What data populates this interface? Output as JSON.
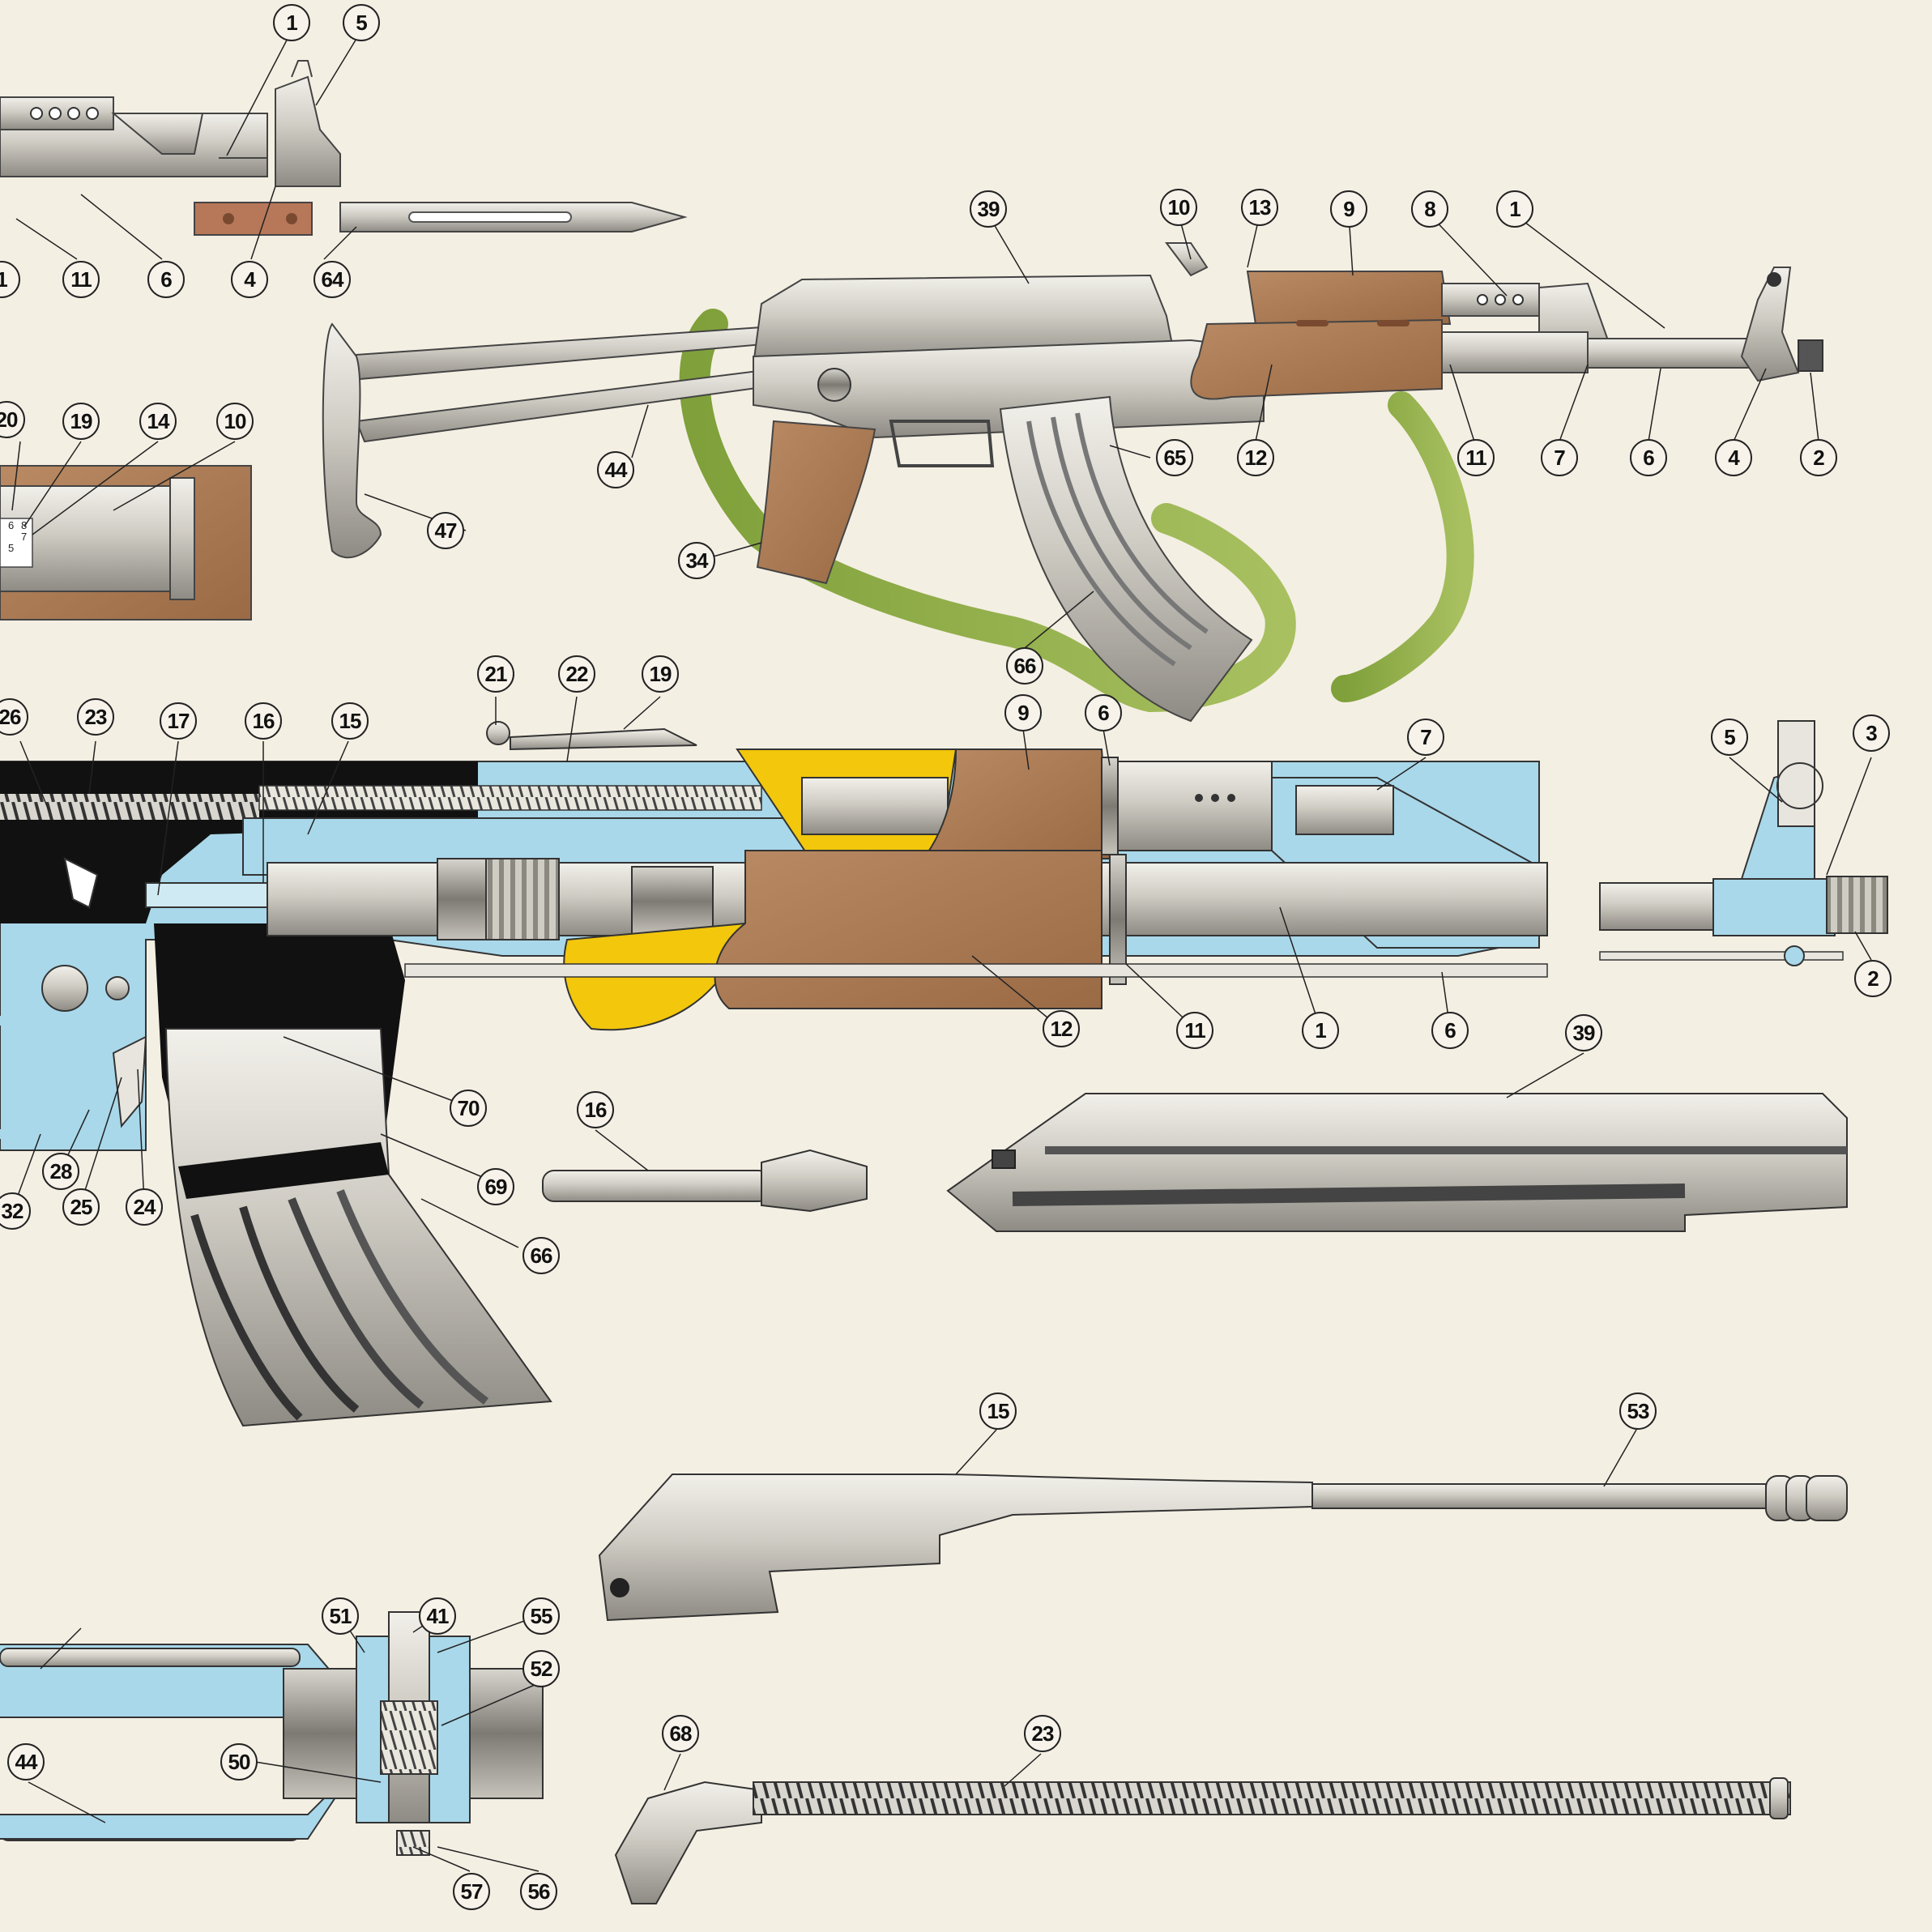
{
  "figure": {
    "sight_scale": [
      "6",
      "8",
      "7",
      "5"
    ],
    "callouts": [
      {
        "id": "top-left-1",
        "label": "1"
      },
      {
        "id": "top-left-5",
        "label": "5"
      },
      {
        "id": "top-left-11-a",
        "label": "1"
      },
      {
        "id": "top-left-11",
        "label": "11"
      },
      {
        "id": "top-left-6",
        "label": "6"
      },
      {
        "id": "top-left-4",
        "label": "4"
      },
      {
        "id": "top-left-64",
        "label": "64"
      },
      {
        "id": "rifle-39",
        "label": "39"
      },
      {
        "id": "rifle-10",
        "label": "10"
      },
      {
        "id": "rifle-13",
        "label": "13"
      },
      {
        "id": "rifle-9",
        "label": "9"
      },
      {
        "id": "rifle-8",
        "label": "8"
      },
      {
        "id": "rifle-1",
        "label": "1"
      },
      {
        "id": "rifle-44",
        "label": "44"
      },
      {
        "id": "rifle-47",
        "label": "47"
      },
      {
        "id": "rifle-34",
        "label": "34"
      },
      {
        "id": "rifle-65",
        "label": "65"
      },
      {
        "id": "rifle-12",
        "label": "12"
      },
      {
        "id": "rifle-11",
        "label": "11"
      },
      {
        "id": "rifle-7",
        "label": "7"
      },
      {
        "id": "rifle-6",
        "label": "6"
      },
      {
        "id": "rifle-4",
        "label": "4"
      },
      {
        "id": "rifle-2",
        "label": "2"
      },
      {
        "id": "rifle-66",
        "label": "66"
      },
      {
        "id": "sight-20",
        "label": "20"
      },
      {
        "id": "sight-19",
        "label": "19"
      },
      {
        "id": "sight-14",
        "label": "14"
      },
      {
        "id": "sight-10",
        "label": "10"
      },
      {
        "id": "cut-26",
        "label": "26"
      },
      {
        "id": "cut-23",
        "label": "23"
      },
      {
        "id": "cut-17",
        "label": "17"
      },
      {
        "id": "cut-16",
        "label": "16"
      },
      {
        "id": "cut-15",
        "label": "15"
      },
      {
        "id": "cut-21",
        "label": "21"
      },
      {
        "id": "cut-22",
        "label": "22"
      },
      {
        "id": "cut-19",
        "label": "19"
      },
      {
        "id": "cut-9",
        "label": "9"
      },
      {
        "id": "cut-6-top",
        "label": "6"
      },
      {
        "id": "cut-7",
        "label": "7"
      },
      {
        "id": "cut-12",
        "label": "12"
      },
      {
        "id": "cut-11",
        "label": "11"
      },
      {
        "id": "cut-1",
        "label": "1"
      },
      {
        "id": "cut-6-bot",
        "label": "6"
      },
      {
        "id": "cut-70",
        "label": "70"
      },
      {
        "id": "cut-69",
        "label": "69"
      },
      {
        "id": "cut-66",
        "label": "66"
      },
      {
        "id": "cut-28",
        "label": "28"
      },
      {
        "id": "cut-25",
        "label": "25"
      },
      {
        "id": "cut-24",
        "label": "24"
      },
      {
        "id": "cut-32",
        "label": "32"
      },
      {
        "id": "muzzle-5",
        "label": "5"
      },
      {
        "id": "muzzle-3",
        "label": "3"
      },
      {
        "id": "muzzle-2",
        "label": "2"
      },
      {
        "id": "part-16",
        "label": "16"
      },
      {
        "id": "part-39",
        "label": "39"
      },
      {
        "id": "part-15",
        "label": "15"
      },
      {
        "id": "part-53",
        "label": "53"
      },
      {
        "id": "stock-44",
        "label": "44"
      },
      {
        "id": "latch-51",
        "label": "51"
      },
      {
        "id": "latch-41",
        "label": "41"
      },
      {
        "id": "latch-55",
        "label": "55"
      },
      {
        "id": "latch-52",
        "label": "52"
      },
      {
        "id": "latch-50",
        "label": "50"
      },
      {
        "id": "latch-57",
        "label": "57"
      },
      {
        "id": "latch-56",
        "label": "56"
      },
      {
        "id": "spring-68",
        "label": "68"
      },
      {
        "id": "spring-23",
        "label": "23"
      }
    ]
  }
}
